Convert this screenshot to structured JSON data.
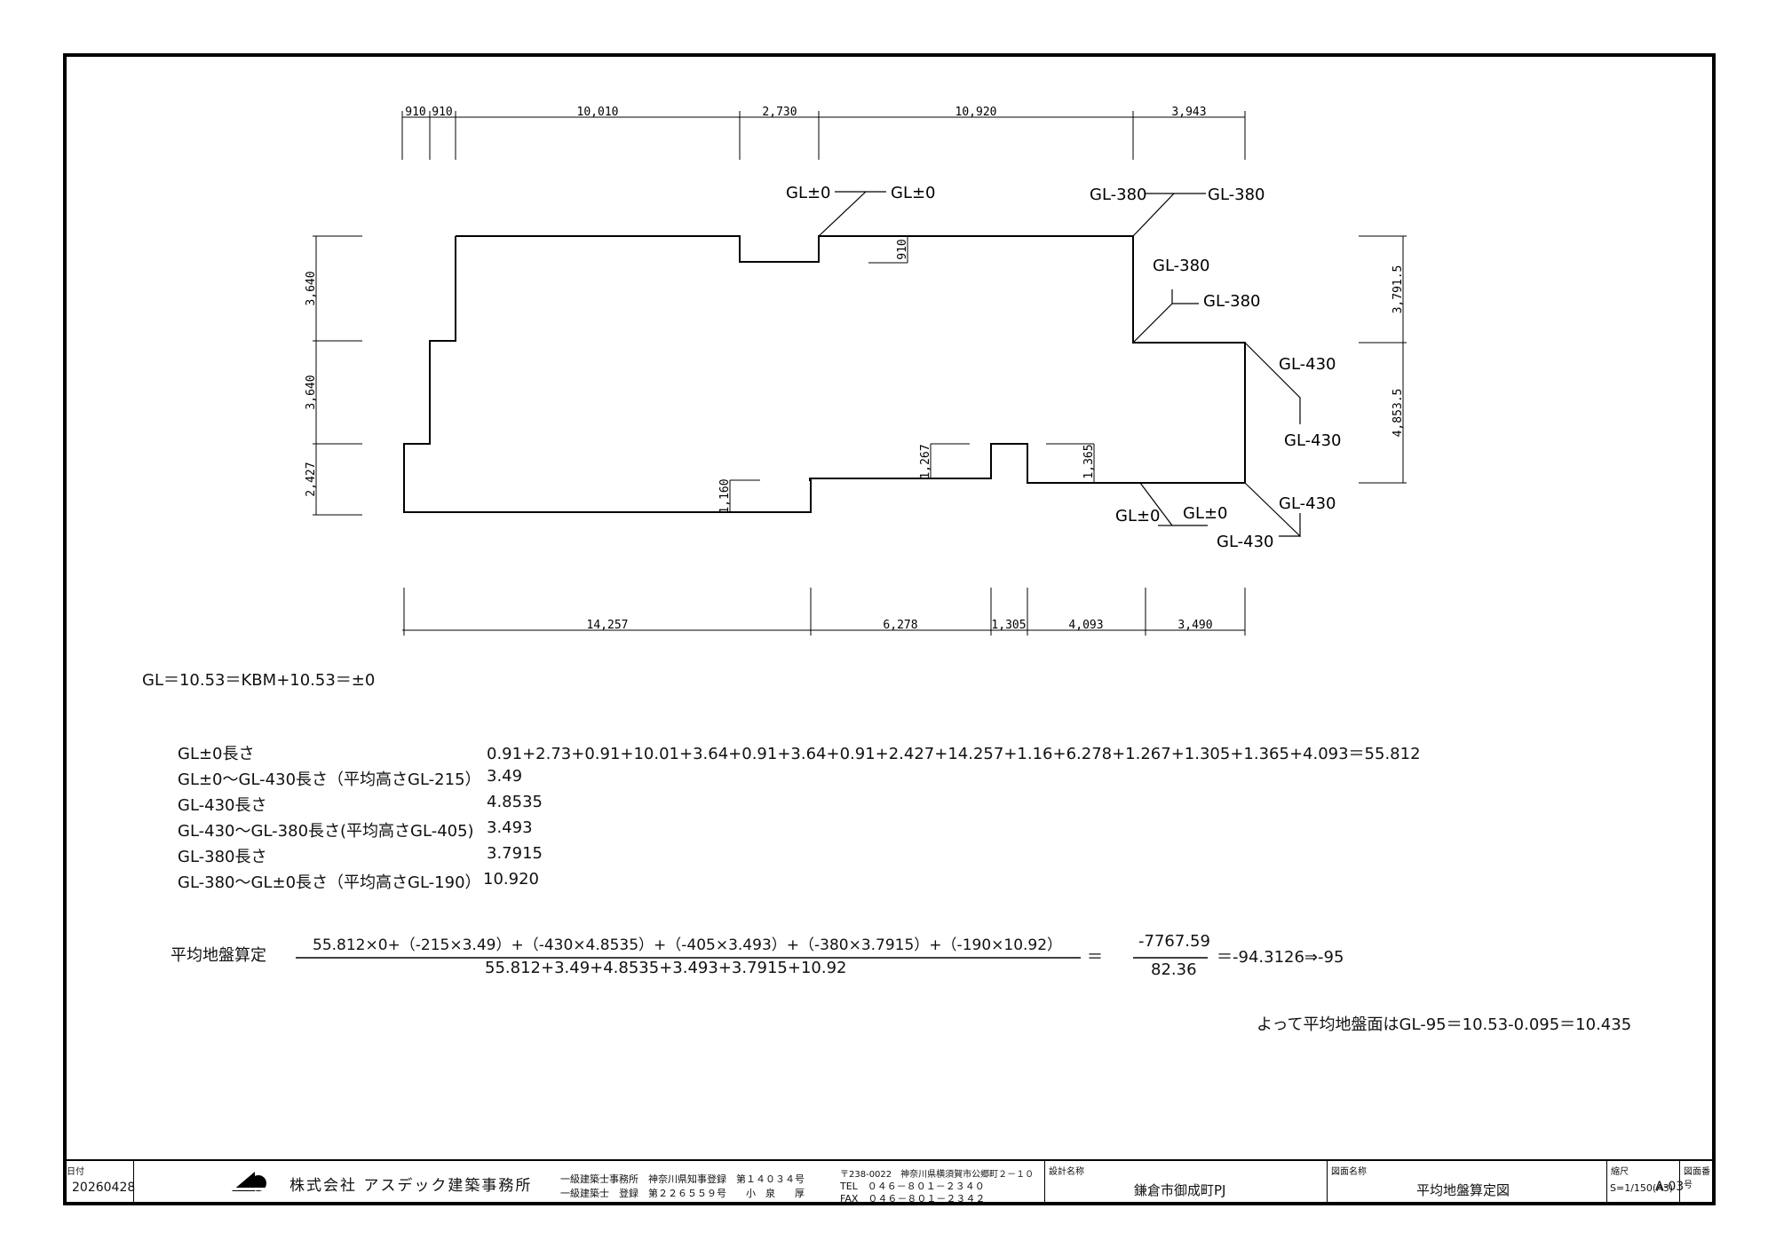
{
  "dims_top": [
    "910",
    "910",
    "10,010",
    "2,730",
    "10,920",
    "3,943"
  ],
  "dims_bottom": [
    "14,257",
    "6,278",
    "1,305",
    "4,093",
    "3,490"
  ],
  "dims_left": [
    "3,640",
    "3,640",
    "2,427"
  ],
  "dims_right": [
    "3,791.5",
    "4,853.5"
  ],
  "dims_inner": [
    "910",
    "1,267",
    "1,365",
    "1,160"
  ],
  "gl_labels": {
    "a1": "GL±0",
    "a2": "GL±0",
    "b1": "GL-380",
    "b2": "GL-380",
    "c1": "GL-380",
    "c2": "GL-380",
    "d1": "GL-430",
    "d2": "GL-430",
    "e1": "GL-430",
    "e2": "GL-430",
    "f1": "GL±0",
    "f2": "GL±0"
  },
  "gl_base": "GL＝10.53＝KBM+10.53＝±0",
  "lengths": [
    {
      "label": "GL±0長さ",
      "value": "0.91+2.73+0.91+10.01+3.64+0.91+3.64+0.91+2.427+14.257+1.16+6.278+1.267+1.305+1.365+4.093＝55.812"
    },
    {
      "label": "GL±0～GL-430長さ（平均高さGL-215）",
      "value": "3.49"
    },
    {
      "label": "GL-430長さ",
      "value": "4.8535"
    },
    {
      "label": "GL-430～GL-380長さ(平均高さGL-405)",
      "value": "3.493"
    },
    {
      "label": "GL-380長さ",
      "value": "3.7915"
    },
    {
      "label": "GL-380～GL±0長さ（平均高さGL-190）",
      "value": "10.920"
    }
  ],
  "formula": {
    "label": "平均地盤算定",
    "numerator": "55.812×0+（-215×3.49）+（-430×4.8535）+（-405×3.493）+（-380×3.7915）+（-190×10.92）",
    "denominator": "55.812+3.49+4.8535+3.493+3.7915+10.92",
    "eq1": "＝",
    "num2": "-7767.59",
    "den2": "82.36",
    "result": "＝-94.3126⇒-95"
  },
  "conclusion": "よって平均地盤面はGL-95＝10.53-0.095＝10.435",
  "title_block": {
    "date_label": "日付",
    "date": "20260428",
    "company": "株式会社 アスデック建築事務所",
    "reg1": "一級建築士事務所　神奈川県知事登録　第１４０３４号",
    "reg2": "一級建築士　登録　第２２６５５９号　　小　泉　　厚",
    "address": "〒238-0022　神奈川県横須賀市公郷町２－１０",
    "tel": "TEL　０４６－８０１－２３４０",
    "fax": "FAX　０４６－８０１－２３４２",
    "project_label": "設計名称",
    "project": "鎌倉市御成町PJ",
    "drawing_label": "図面名称",
    "drawing": "平均地盤算定図",
    "scale_label": "縮尺",
    "scale": "S=1/150(A3)",
    "number_label": "図面番号",
    "number": "A-03"
  }
}
